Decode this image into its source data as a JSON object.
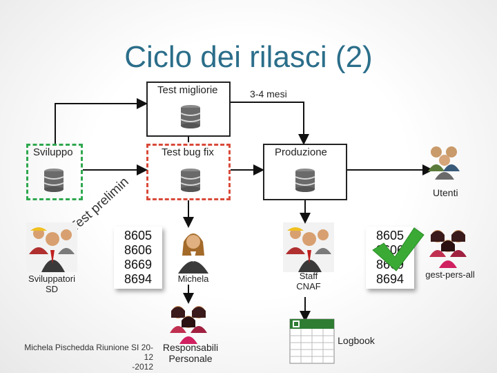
{
  "title": "Ciclo dei rilasci (2)",
  "nodes": {
    "test_migliorie": "Test migliorie",
    "durata": "3-4 mesi",
    "sviluppo": "Sviluppo",
    "test_bug_fix": "Test bug fix",
    "produzione": "Produzione",
    "utenti": "Utenti",
    "test_preliminari": "Test preliminari",
    "sviluppatori_sd": [
      "Sviluppatori",
      "SD"
    ],
    "michela": "Michela",
    "staff_cnaf": [
      "Staff",
      "CNAF"
    ],
    "gest_pers_all": "gest-pers-all",
    "responsabili": [
      "Responsabili",
      "Personale"
    ],
    "logbook": "Logbook"
  },
  "tickets_left": [
    "8605",
    "8606",
    "8669",
    "8694"
  ],
  "tickets_right": [
    "8605",
    "8606",
    "8669",
    "8694"
  ],
  "footer": [
    "Michela Pischedda Riunione SI 20-12",
    "-2012"
  ],
  "colors": {
    "title": "#2b6e8a",
    "sviluppo_border": "#2fa84f",
    "test_border": "#d94a3a",
    "checkmark": "#3aaa35"
  },
  "icons": [
    "database-icon",
    "people-group-icon",
    "person-icon",
    "spreadsheet-icon",
    "checkmark-icon"
  ]
}
